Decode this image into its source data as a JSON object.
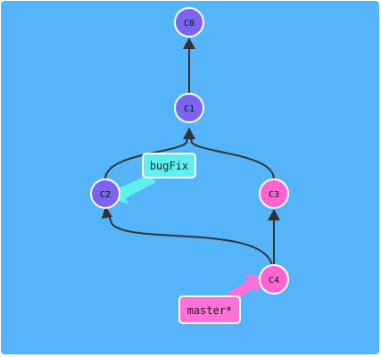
{
  "theme": {
    "background": "#55b4fa",
    "commit_purple": "#7b64f0",
    "commit_pink": "#ff64d2",
    "branch_bugfix": "#5ef0ee",
    "branch_master": "#ff70d8",
    "edge": "#333333"
  },
  "commits": [
    {
      "id": "C0",
      "label": "C0",
      "color": "purple"
    },
    {
      "id": "C1",
      "label": "C1",
      "color": "purple"
    },
    {
      "id": "C2",
      "label": "C2",
      "color": "purple"
    },
    {
      "id": "C3",
      "label": "C3",
      "color": "pink"
    },
    {
      "id": "C4",
      "label": "C4",
      "color": "pink"
    }
  ],
  "edges": [
    {
      "from": "C1",
      "to": "C0"
    },
    {
      "from": "C2",
      "to": "C1"
    },
    {
      "from": "C3",
      "to": "C1"
    },
    {
      "from": "C4",
      "to": "C3"
    },
    {
      "from": "C4",
      "to": "C2"
    }
  ],
  "branches": [
    {
      "name": "bugFix",
      "label": "bugFix",
      "target": "C2",
      "color": "cyan"
    },
    {
      "name": "master",
      "label": "master*",
      "target": "C4",
      "color": "pink"
    }
  ]
}
